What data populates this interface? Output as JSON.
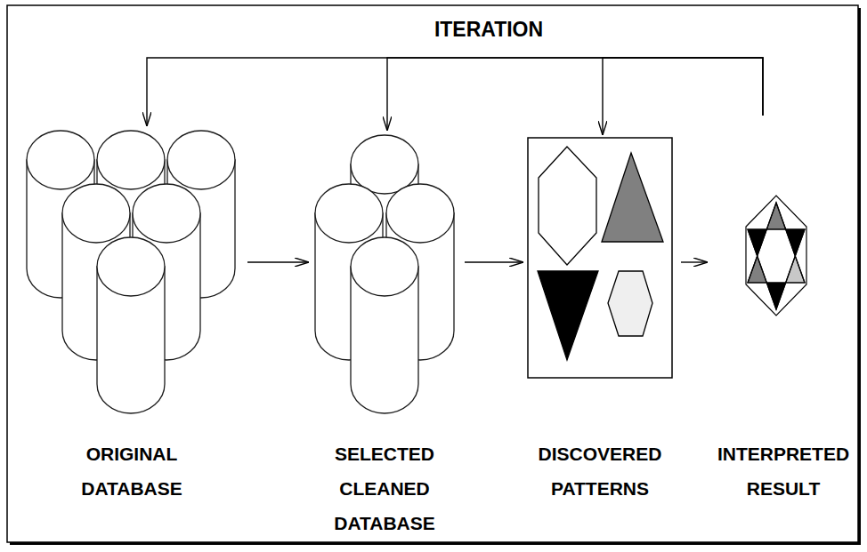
{
  "diagram": {
    "nodes": [
      {
        "text": [
          "ORIGINAL DATABASE"
        ]
      },
      {
        "text": [
          "SELECTED CLEANED DATABASE"
        ]
      },
      {
        "text": [
          "DISCOVERED PATTERNS"
        ]
      },
      {
        "text": [
          "INTERPRETED RESULT"
        ]
      }
    ],
    "edges": [
      {
        "from": 0,
        "to": 1,
        "arrow": "to"
      },
      {
        "from": 1,
        "to": 2,
        "arrow": "to"
      },
      {
        "from": 2,
        "to": 3,
        "arrow": "to"
      },
      {
        "from": 3,
        "to": 0,
        "arrow": "to"
      },
      {
        "from": 3,
        "to": 1,
        "arrow": "to"
      },
      {
        "from": 3,
        "to": 2,
        "arrow": "to"
      }
    ],
    "labels": [
      "ITERATION"
    ]
  }
}
